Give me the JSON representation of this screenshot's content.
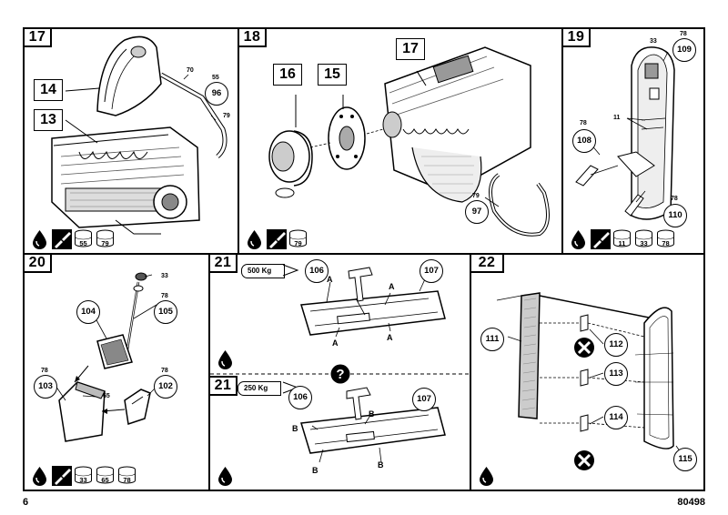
{
  "page": {
    "number": "6",
    "code": "80498"
  },
  "panels": {
    "p17": {
      "step": "17",
      "parts": [
        {
          "num": "14"
        },
        {
          "num": "13"
        }
      ],
      "callouts": [
        {
          "num": "96",
          "paint": "55"
        }
      ],
      "small_labels": [
        "70",
        "79"
      ],
      "paints": [
        "55",
        "79"
      ]
    },
    "p18": {
      "step": "18",
      "parts": [
        {
          "num": "16"
        },
        {
          "num": "15"
        },
        {
          "num": "17"
        }
      ],
      "callouts": [
        {
          "num": "97",
          "paint": "79"
        }
      ],
      "paints": [
        "79"
      ]
    },
    "p19": {
      "step": "19",
      "callouts": [
        {
          "num": "109",
          "paint": "78"
        },
        {
          "num": "108",
          "paint": "78"
        },
        {
          "num": "110",
          "paint": "78"
        }
      ],
      "small_labels": [
        "33",
        "11"
      ],
      "paints": [
        "11",
        "33",
        "78"
      ]
    },
    "p20": {
      "step": "20",
      "callouts": [
        {
          "num": "104"
        },
        {
          "num": "105",
          "paint": "78"
        },
        {
          "num": "103",
          "paint": "78"
        },
        {
          "num": "102",
          "paint": "78"
        }
      ],
      "small_labels": [
        "33",
        "65"
      ],
      "paints": [
        "33",
        "65",
        "78"
      ]
    },
    "p21a": {
      "step": "21",
      "weight": "500 Kg",
      "callouts": [
        {
          "num": "106"
        },
        {
          "num": "107"
        }
      ],
      "letter": "A"
    },
    "p21b": {
      "step": "21",
      "weight": "250 Kg",
      "callouts": [
        {
          "num": "106"
        },
        {
          "num": "107"
        }
      ],
      "letter": "B"
    },
    "p22": {
      "step": "22",
      "callouts": [
        {
          "num": "111"
        },
        {
          "num": "112"
        },
        {
          "num": "113"
        },
        {
          "num": "114"
        },
        {
          "num": "115"
        }
      ]
    }
  },
  "icons": {
    "glue": "glue-drop-icon",
    "paint": "paint-brush-icon",
    "tin": "paint-tin-icon",
    "question": "question-icon",
    "no_glue": "crossed-circle-icon"
  }
}
